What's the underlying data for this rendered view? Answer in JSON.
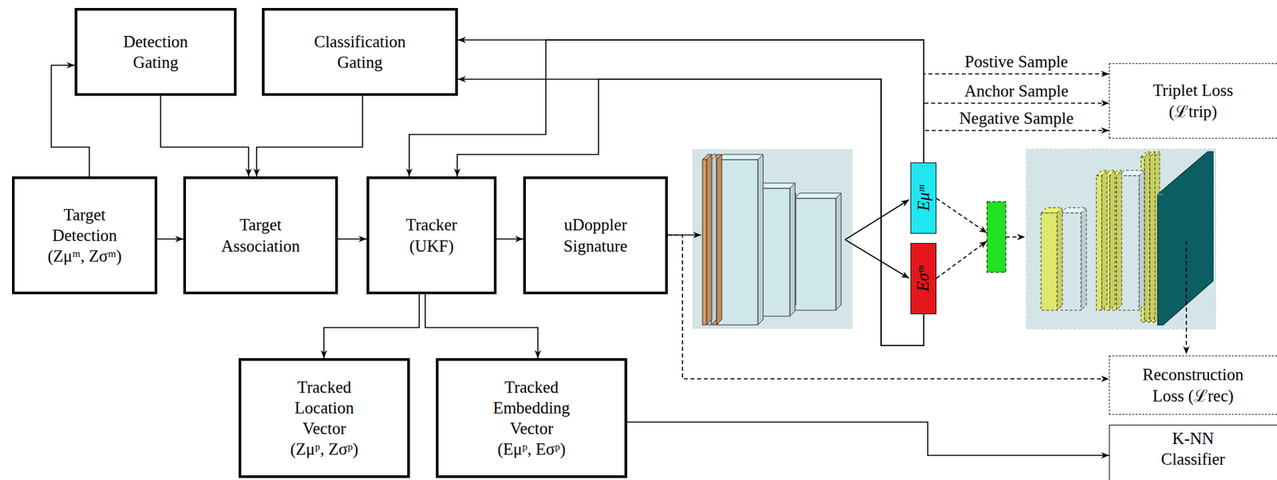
{
  "diagram": {
    "nodes": [
      {
        "text": [
          "Detection Gating"
        ]
      },
      {
        "text": [
          "Classification Gating"
        ]
      },
      {
        "text": [
          "Target Detection",
          "(Zμᵐ, Zσᵐ)"
        ]
      },
      {
        "text": [
          "Target Association"
        ]
      },
      {
        "text": [
          "Tracker (UKF)"
        ]
      },
      {
        "text": [
          "uDoppler Signature"
        ]
      },
      {
        "text": [
          "Eμᵐ"
        ]
      },
      {
        "text": [
          "Eσᵐ"
        ]
      },
      {
        "text": [
          "Triplet Loss (ℒtrip)"
        ]
      },
      {
        "text": [
          "Reconstruction Loss (ℒrec)"
        ]
      },
      {
        "text": [
          "Tracked Location Vector",
          "(Zμᵖ, Zσᵖ)"
        ]
      },
      {
        "text": [
          "Tracked Embedding Vector",
          "(Eμᵖ, Eσᵖ)"
        ]
      },
      {
        "text": [
          "K-NN Classifier"
        ]
      }
    ],
    "edges": [
      {
        "from": 2,
        "to": 0,
        "arrow": "to"
      },
      {
        "from": 0,
        "to": 3,
        "arrow": "to"
      },
      {
        "from": 1,
        "to": 3,
        "arrow": "to"
      },
      {
        "from": 2,
        "to": 3,
        "arrow": "to"
      },
      {
        "from": 3,
        "to": 4,
        "arrow": "to"
      },
      {
        "from": 4,
        "to": 5,
        "arrow": "to"
      },
      {
        "from": 6,
        "to": 1,
        "arrow": "to"
      },
      {
        "from": 6,
        "to": 4,
        "arrow": "to"
      },
      {
        "from": 7,
        "to": 1,
        "arrow": "to"
      },
      {
        "from": 7,
        "to": 4,
        "arrow": "to"
      },
      {
        "from": 4,
        "to": 10,
        "arrow": "to"
      },
      {
        "from": 4,
        "to": 11,
        "arrow": "to"
      },
      {
        "from": 5,
        "to": 9,
        "arrow": "to"
      },
      {
        "from": 11,
        "to": 12,
        "arrow": "to"
      },
      {
        "from": 6,
        "to": 8,
        "label": "Postive Sample",
        "arrow": "to"
      },
      {
        "from": 6,
        "to": 8,
        "label": "Anchor Sample",
        "arrow": "to"
      },
      {
        "from": 6,
        "to": 8,
        "label": "Negative Sample",
        "arrow": "to"
      }
    ]
  }
}
